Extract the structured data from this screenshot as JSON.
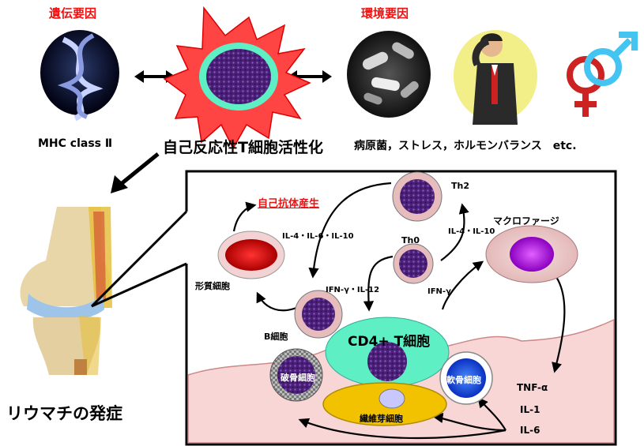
{
  "top": {
    "genetic_heading": "遺伝要因",
    "environment_heading": "環境要因",
    "mhc_label": "MHC class Ⅱ",
    "activation_label": "自己反応性T細胞活性化",
    "env_factors_label": "病原菌，ストレス，ホルモンバランス　etc."
  },
  "onset_label": "リウマチの発症",
  "panel": {
    "autoantibody_label": "自己抗体産生",
    "th2_label": "Th2",
    "th0_label": "Th0",
    "macrophage_label": "マクロファージ",
    "plasma_cell_label": "形質細胞",
    "b_cell_label": "B細胞",
    "cd4_label": "CD4+ T細胞",
    "osteoclast_label": "破骨細胞",
    "chondrocyte_label": "軟骨細胞",
    "fibroblast_label": "繊維芽細胞",
    "il_b_label": "IL-4・IL-6・IL-10",
    "il_th2_label": "IL-4・IL-10",
    "ifn_il12_label": "IFN-γ・IL-12",
    "ifn_label": "IFN-γ",
    "tnf_label": "TNF-α",
    "il1_label": "IL-1",
    "il6_label": "IL-6"
  },
  "colors": {
    "heading_red": "#ee1111",
    "cell_body": "#5a2a8a",
    "cd4_body": "#5ef0c4",
    "fibroblast_body": "#f2c200",
    "macrophage_nucleus": "#b010e0",
    "plasma_nucleus": "#cc0000",
    "chondrocyte_nucleus": "#1d55e6",
    "tissue_pink": "#f8d6d6"
  }
}
